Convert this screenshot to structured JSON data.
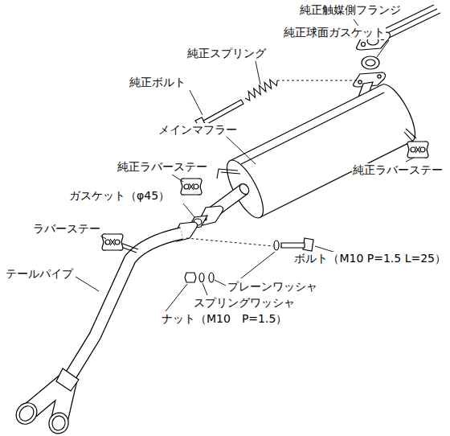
{
  "diagram": {
    "labels": [
      "純正触媒側フランジ",
      "純正球面ガスケット",
      "純正スプリング",
      "純正ボルト",
      "メインマフラー",
      "純正ラバーステー",
      "純正ラバーステー",
      "ガスケット（φ45）",
      "ラバーステー",
      "ボルト（M10 P=1.5 L=25）",
      "テールパイプ",
      "プレーンワッシャ",
      "スプリングワッシャ",
      "ナット（M10　P=1.5）"
    ]
  }
}
